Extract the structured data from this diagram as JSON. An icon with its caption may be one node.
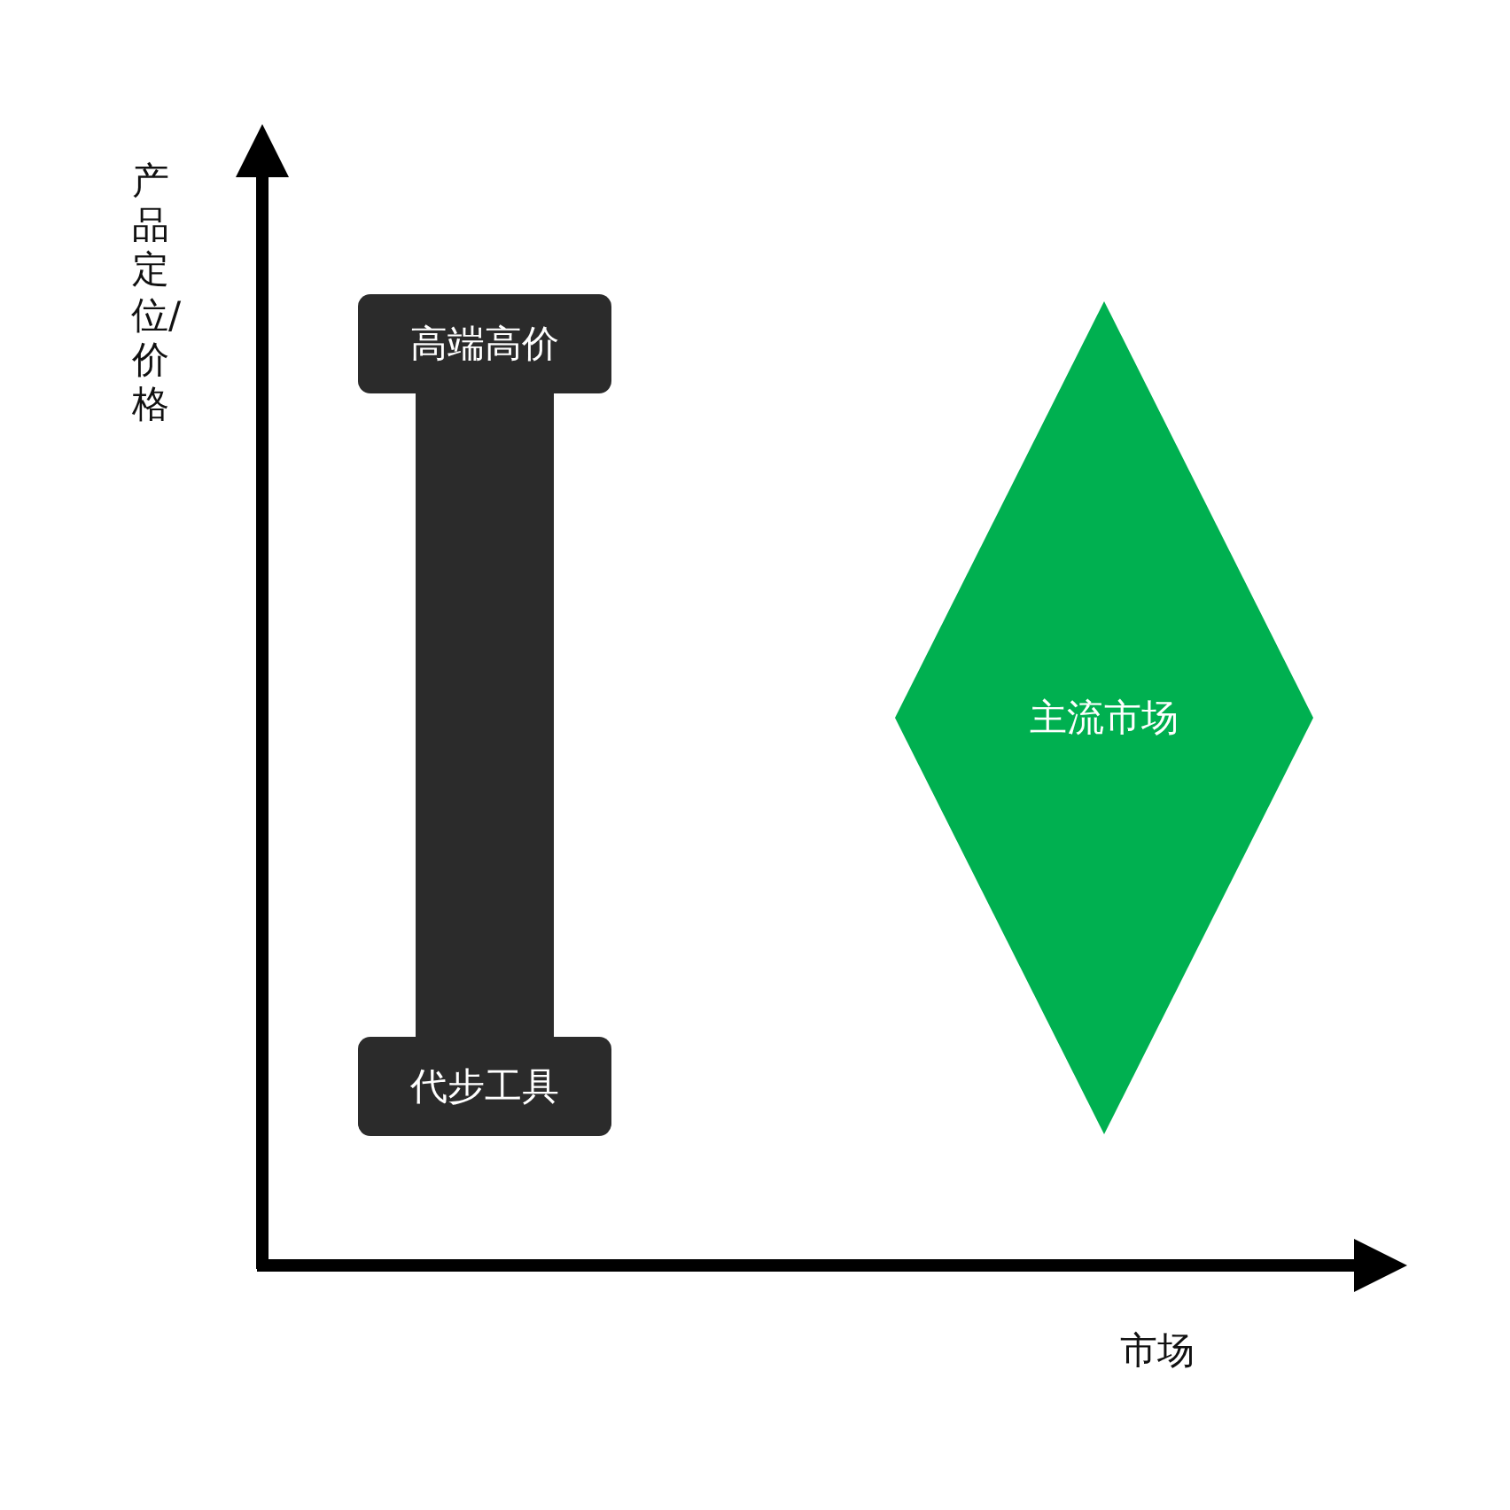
{
  "diagram": {
    "nodes": [
      {
        "text": [
          "高端高价"
        ]
      },
      {
        "text": [
          "代步工具"
        ]
      },
      {
        "text": [
          "主流市场"
        ]
      }
    ],
    "edges": [
      {
        "from": 0,
        "to": 1,
        "arrow": "none"
      }
    ],
    "labels": [
      "产品定位/价格",
      "市场"
    ]
  }
}
